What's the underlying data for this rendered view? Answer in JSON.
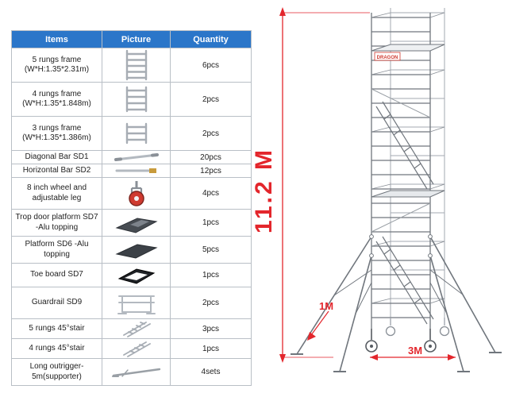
{
  "colors": {
    "header_bg": "#2b76c9",
    "header_text": "#ffffff",
    "table_border": "#b9bfc6",
    "dimension_red": "#e3262c",
    "tower_line": "#70767d"
  },
  "table": {
    "headers": [
      "Items",
      "Picture",
      "Quantity"
    ],
    "rows": [
      {
        "item": "5 rungs frame (W*H:1.35*2.31m)",
        "qty": "6pcs",
        "icon": "frame-5-rungs-icon"
      },
      {
        "item": "4 rungs frame (W*H:1.35*1.848m)",
        "qty": "2pcs",
        "icon": "frame-4-rungs-icon"
      },
      {
        "item": "3 rungs frame (W*H:1.35*1.386m)",
        "qty": "2pcs",
        "icon": "frame-3-rungs-icon"
      },
      {
        "item": "Diagonal Bar SD1",
        "qty": "20pcs",
        "icon": "diagonal-bar-icon"
      },
      {
        "item": "Horizontal Bar SD2",
        "qty": "12pcs",
        "icon": "horizontal-bar-icon"
      },
      {
        "item": "8 inch wheel and adjustable leg",
        "qty": "4pcs",
        "icon": "wheel-icon"
      },
      {
        "item": "Trop door platform SD7 -Alu topping",
        "qty": "1pcs",
        "icon": "trapdoor-platform-icon"
      },
      {
        "item": "Platform SD6 -Alu topping",
        "qty": "5pcs",
        "icon": "platform-icon"
      },
      {
        "item": "Toe board SD7",
        "qty": "1pcs",
        "icon": "toe-board-icon"
      },
      {
        "item": "Guardrail SD9",
        "qty": "2pcs",
        "icon": "guardrail-icon"
      },
      {
        "item": "5 rungs 45°stair",
        "qty": "3pcs",
        "icon": "stair-5-rungs-icon"
      },
      {
        "item": "4 rungs 45°stair",
        "qty": "1pcs",
        "icon": "stair-4-rungs-icon"
      },
      {
        "item": "Long outrigger-5m(supporter)",
        "qty": "4sets",
        "icon": "outrigger-icon"
      }
    ]
  },
  "drawing": {
    "height_label": "11.2 M",
    "depth_label": "1M",
    "width_label": "3M",
    "brand": "DRAGON"
  }
}
